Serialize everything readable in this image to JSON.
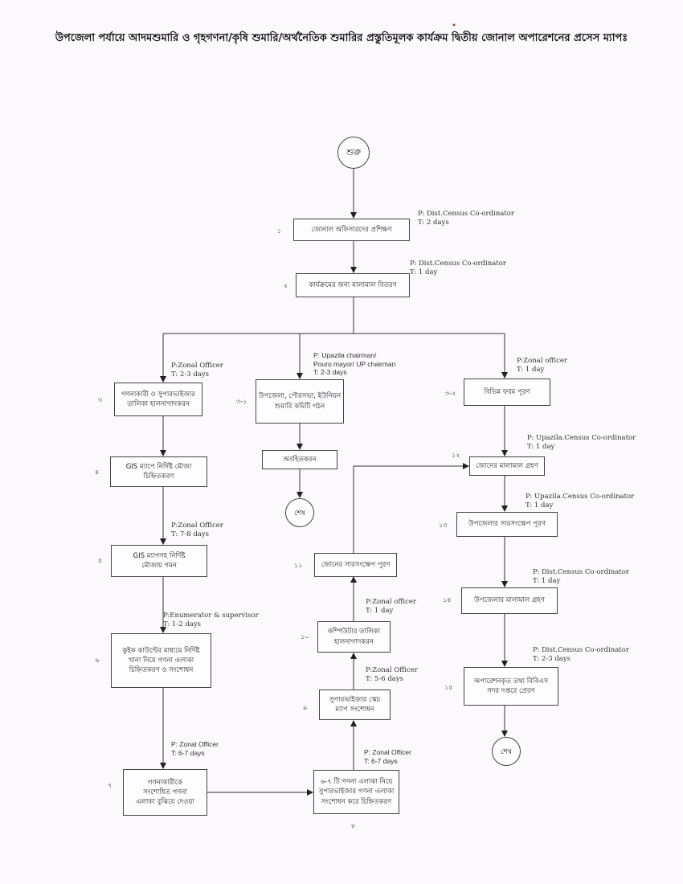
{
  "title": "উপজেলা পর্যায়ে আদমশুমারি ও গৃহগণনা/কৃষি শুমারি/অর্থনৈতিক শুমারির  প্রস্তুতিমূলক কার্যক্রম দ্বিতীয় জোনাল অপারেশনের প্রসেস ম্যাপঃ",
  "start": "শুরু",
  "end": "শেষ",
  "steps": {
    "s1": {
      "num": "১",
      "text": [
        "জোনাল অফিসারদের প্রশিক্ষণ"
      ],
      "p": "P: Dist.Census Co-ordinator",
      "t": "T: 2 days"
    },
    "s2": {
      "num": "২",
      "text": [
        "কার্যক্রমের জন্য মালামাল বিতরণ"
      ],
      "p": "P: Dist.Census Co-ordinator",
      "t": "T: 1 day"
    },
    "s3": {
      "num": "৩",
      "text": [
        "গণনাকারী ও সুপারভাইজার",
        "তালিকা হালনাগাদকরন"
      ],
      "p": "P:Zonal Officer",
      "t": "T: 2-3 days"
    },
    "s3_1": {
      "num": "৩-১",
      "text": [
        "উপজেলা, পৌরসভা, ইউনিয়ন",
        "শুমারি কমিটি গঠন"
      ],
      "p": "P: Upazila chairman/",
      "p2": "Pouro mayor/ UP chairman",
      "t": "T: 2-3 days"
    },
    "s3_1b": {
      "text": [
        "অবহিতকরন"
      ]
    },
    "s3_2": {
      "num": "৩-২",
      "text": [
        "বিভিন্ন ফরম পূরণ"
      ],
      "p": "P:Zonal officer",
      "t": "T: 1 day"
    },
    "s4": {
      "num": "৪",
      "text": [
        "GIS ম্যাপে নির্দিষ্ট মৌজা",
        "চিহ্নিতকরণ"
      ]
    },
    "s5": {
      "num": "৫",
      "text": [
        "GIS ম্যাপসহ নির্দিষ্ট",
        "মৌজায় গমন"
      ],
      "p": "P:Zonal Officer",
      "t": "T: 7-8 days"
    },
    "s6": {
      "num": "৬",
      "text": [
        "কুইক কাউন্টের মাধ্যমে নির্দিষ্ট",
        "খানা নিয়ে গণনা এলাকা",
        "চিহ্নিতকরণ ও সংশোধন"
      ],
      "p": "P:Enumerator & supervisor",
      "t": "T: 1-2 days"
    },
    "s7": {
      "num": "৭",
      "text": [
        "গণনাকারীকে",
        "সংশোধিত গণনা",
        "এলাকা বুঝিয়ে দেওয়া"
      ],
      "p": "P: Zonal Officer",
      "t": "T: 6-7 days"
    },
    "s8": {
      "num": "৮",
      "text": [
        "৬-৭ টি গণনা এলাকা নিয়ে",
        "সুপারভাইজার  গণনা এলাকা",
        "সংশোধন করে চিহ্নিতকরণ"
      ],
      "p": "P: Zonal Officer",
      "t": "T: 6-7 days"
    },
    "s9": {
      "num": "৯",
      "text": [
        "সুপারভাইজার স্কেচ",
        "ম্যাপ সংশোধন"
      ],
      "p": "P:Zonal Officer",
      "t": "T: 5-6 days"
    },
    "s10": {
      "num": "১০",
      "text": [
        "কম্পিউটার তালিকা",
        "হালনাগাদকরন"
      ],
      "p": "P:Zonal officer",
      "t": "T: 1 day"
    },
    "s11": {
      "num": "১১",
      "text": [
        "জোনের সারসংক্ষেপ পূরণ"
      ]
    },
    "s12": {
      "num": "১২",
      "text": [
        "জোনের মালামাল গ্রহণ"
      ],
      "p": "P: Upazila.Census Co-ordinator",
      "t": "T: 1 day"
    },
    "s13": {
      "num": "১৩",
      "text": [
        "উপজেলার সারসংক্ষেপ পূরণ"
      ],
      "p": "P: Upazila.Census Co-ordinator",
      "t": "T: 1 day"
    },
    "s14": {
      "num": "১৪",
      "text": [
        "উপজেলার মালামাল গ্রহণ"
      ],
      "p": "P: Dist.Census Co-ordinator",
      "t": "T: 1 day"
    },
    "s15": {
      "num": "১৫",
      "text": [
        "অপারেশনকৃত তথ্য বিবিএস",
        "সদর দপ্তরে প্রেরণ"
      ],
      "p": "P: Dist.Census Co-ordinator",
      "t": "T: 2-3 days"
    }
  }
}
